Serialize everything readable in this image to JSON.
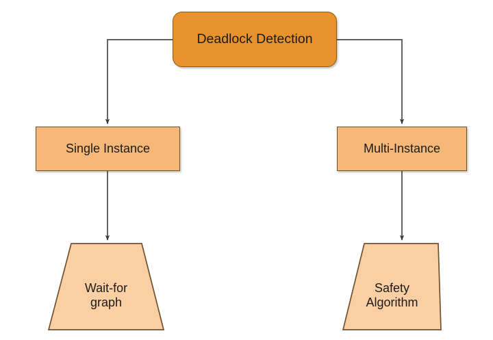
{
  "diagram": {
    "type": "flowchart",
    "orientation": "top-down",
    "background_color": "#ffffff",
    "colors": {
      "root_fill": "#e8922e",
      "root_stroke": "#8a5a1c",
      "level2_fill": "#f6b878",
      "level2_stroke": "#6f5230",
      "level3_fill": "#f9cfa3",
      "level3_stroke": "#6f5230",
      "text": "#1d1a16",
      "edge": "#4a4a4a"
    },
    "nodes": [
      {
        "id": "root",
        "label": "Deadlock Detection",
        "shape": "rounded-rectangle",
        "level": 1
      },
      {
        "id": "single",
        "label": "Single Instance",
        "shape": "rectangle",
        "level": 2
      },
      {
        "id": "multi",
        "label": "Multi-Instance",
        "shape": "rectangle",
        "level": 2
      },
      {
        "id": "waitfor",
        "label": "Wait-for\ngraph",
        "shape": "trapezoid",
        "level": 3
      },
      {
        "id": "safety",
        "label": "Safety\nAlgorithm",
        "shape": "trapezoid",
        "level": 3
      }
    ],
    "edges": [
      {
        "id": "edge-root-single",
        "from": "root",
        "to": "single",
        "style": "elbow",
        "arrow": "end"
      },
      {
        "id": "edge-root-multi",
        "from": "root",
        "to": "multi",
        "style": "elbow",
        "arrow": "end"
      },
      {
        "id": "edge-single-waitfor",
        "from": "single",
        "to": "waitfor",
        "style": "straight",
        "arrow": "end"
      },
      {
        "id": "edge-multi-safety",
        "from": "multi",
        "to": "safety",
        "style": "straight",
        "arrow": "end"
      }
    ]
  }
}
